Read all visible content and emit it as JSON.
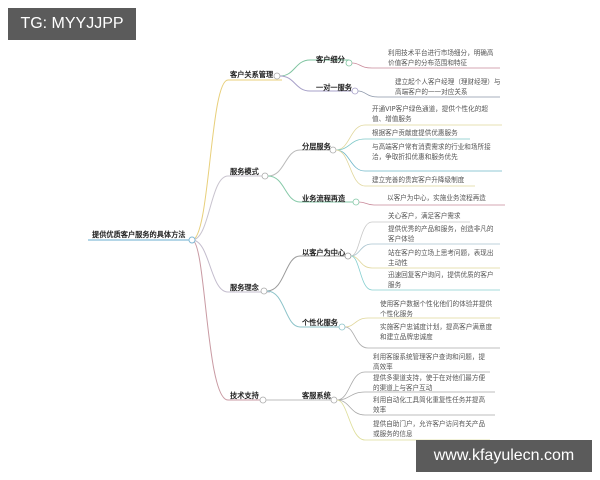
{
  "watermarks": {
    "top_left": "TG: MYYJJPP",
    "bottom_right": "www.kfayulecn.com"
  },
  "mindmap": {
    "root": "提供优质客户服务的具体方法",
    "branches": [
      {
        "label": "客户关系管理",
        "color": "#e8cf7a",
        "children": [
          {
            "label": "客户细分",
            "color": "#7fc4a0",
            "leaves": [
              "利用技术平台进行市场细分，明确高价值客户的分布范围和特征"
            ]
          },
          {
            "label": "一对一服务",
            "color": "#a7a0c8",
            "leaves": [
              "建立起个人客户经理（理财经理）与高端客户的一一对应关系"
            ]
          }
        ]
      },
      {
        "label": "服务模式",
        "color": "#c9c4cf",
        "children": [
          {
            "label": "分层服务",
            "color": "#b9b9b9",
            "leaves": [
              "开通VIP客户绿色通道，提供个性化的超值、增值服务",
              "根据客户贡献度提供优惠服务",
              "与高端客户常有消费需求的行业和场所接洽，争取折扣优惠和服务优先",
              "建立完善的贵宾客户升降级制度"
            ]
          },
          {
            "label": "业务流程再造",
            "color": "#86c9a8",
            "leaves": [
              "以客户为中心，实施业务流程再造"
            ]
          }
        ]
      },
      {
        "label": "服务理念",
        "color": "#c3bccd",
        "children": [
          {
            "label": "以客户为中心",
            "color": "#9a9a9a",
            "leaves": [
              "关心客户，满足客户需求",
              "提供优秀的产品和服务，创造非凡的客户体验",
              "站在客户的立场上思考问题，表现出主动性",
              "迅速回复客户询问，提供优质的客户服务"
            ]
          },
          {
            "label": "个性化服务",
            "color": "#8cc3c9",
            "leaves": [
              "使用客户数据个性化他们的体验并提供个性化服务",
              "实施客户忠诚度计划，提高客户满意度和建立品牌忠诚度"
            ]
          }
        ]
      },
      {
        "label": "技术支持",
        "color": "#c99aa3",
        "children": [
          {
            "label": "客服系统",
            "color": "#bcbcbc",
            "leaves": [
              "利用客服系统管理客户查询和问题，提高效率",
              "提供多渠道支持，使于在对他们最方便的渠道上与客户互动",
              "利用自动化工具简化重复性任务并提高效率",
              "提供自助门户，允许客户访问有关产品或服务的信息"
            ]
          }
        ]
      }
    ]
  }
}
